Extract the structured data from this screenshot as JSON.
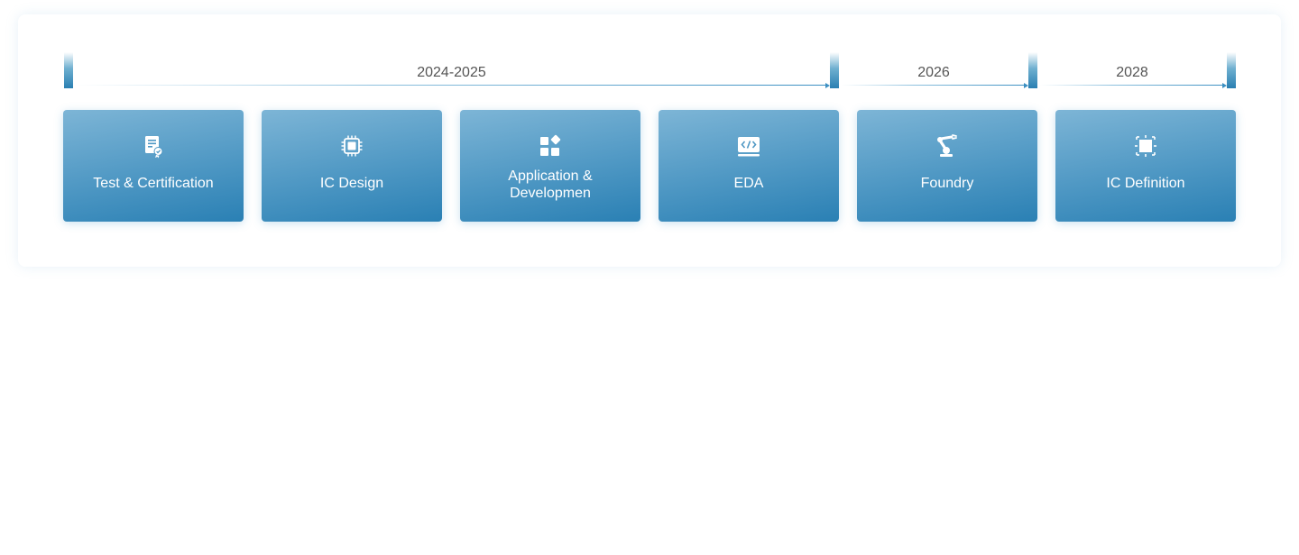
{
  "timeline": {
    "segments": [
      {
        "label": "2024-2025"
      },
      {
        "label": "2026"
      },
      {
        "label": "2028"
      }
    ]
  },
  "cards": [
    {
      "label": "Test & Certification",
      "icon": "certificate-icon"
    },
    {
      "label": "IC Design",
      "icon": "chip-icon"
    },
    {
      "label": "Application & Developmen",
      "icon": "apps-icon"
    },
    {
      "label": "EDA",
      "icon": "code-icon"
    },
    {
      "label": "Foundry",
      "icon": "robot-arm-icon"
    },
    {
      "label": "IC Definition",
      "icon": "processor-icon"
    }
  ],
  "colors": {
    "card_top": "#7db5d6",
    "card_bottom": "#2a80b4",
    "accent": "#3b8fc2",
    "label_text": "#555555"
  }
}
